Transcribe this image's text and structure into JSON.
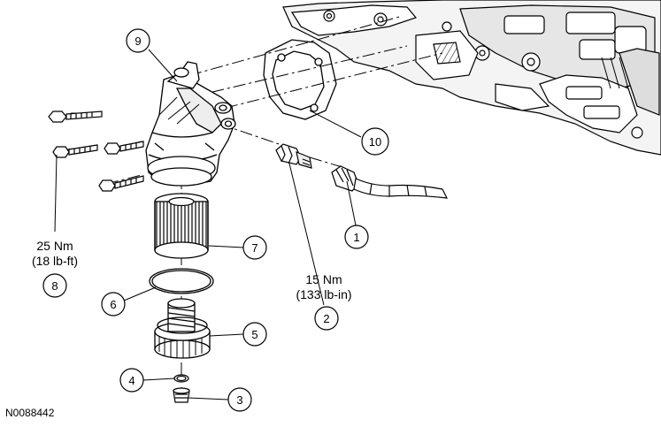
{
  "figure_id": "N0088442",
  "callouts": [
    {
      "num": "1"
    },
    {
      "num": "2"
    },
    {
      "num": "3"
    },
    {
      "num": "4"
    },
    {
      "num": "5"
    },
    {
      "num": "6"
    },
    {
      "num": "7"
    },
    {
      "num": "8"
    },
    {
      "num": "9"
    },
    {
      "num": "10"
    }
  ],
  "specs": {
    "left": {
      "line1": "25 Nm",
      "line2": "(18 lb-ft)"
    },
    "center": {
      "line1": "15 Nm",
      "line2": "(133 lb-in)"
    }
  }
}
